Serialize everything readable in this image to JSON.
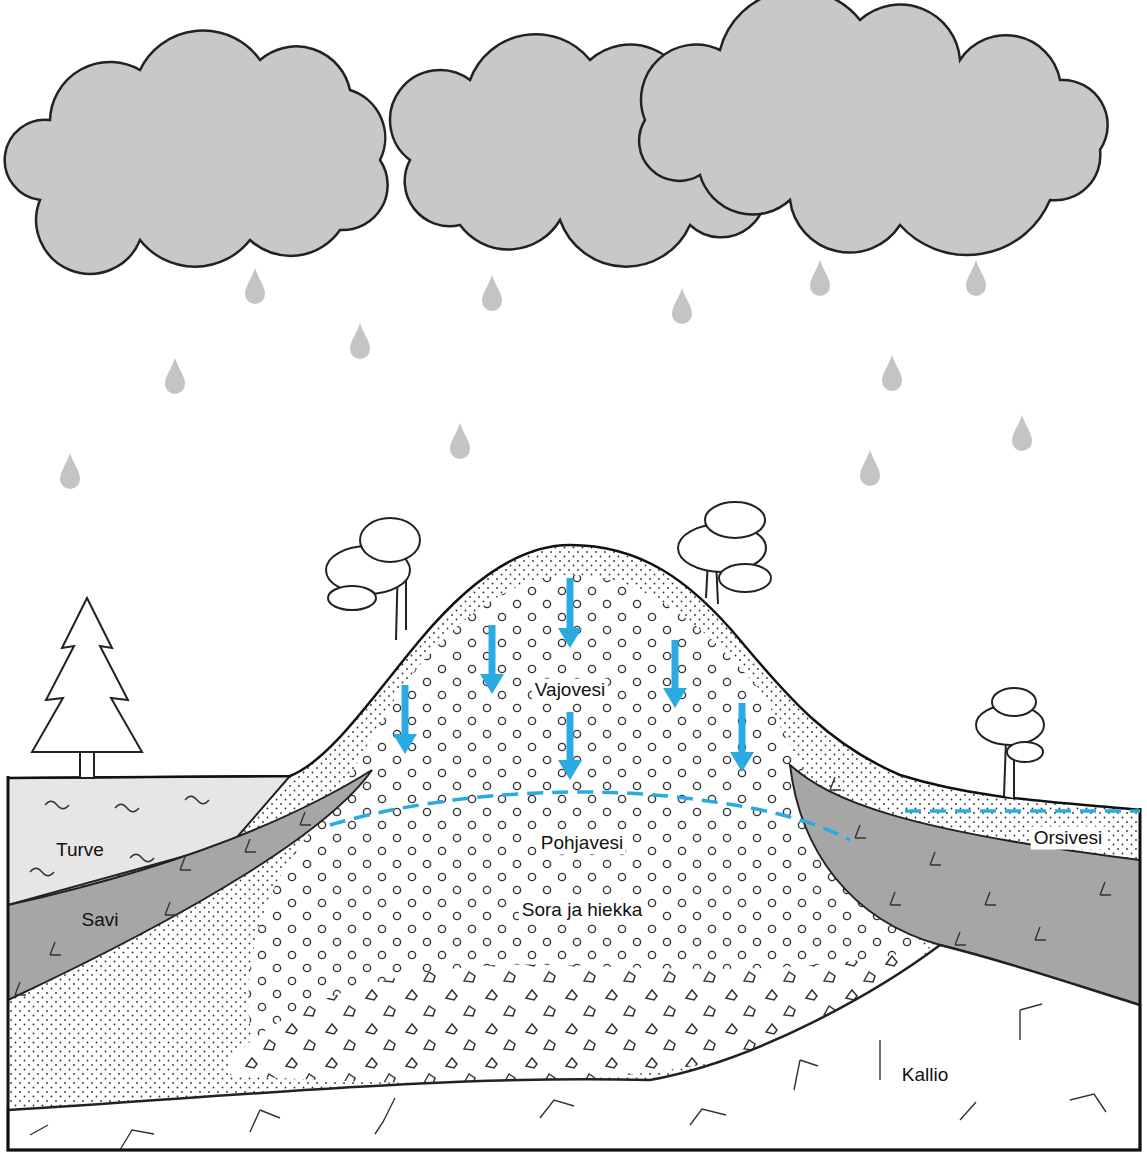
{
  "diagram": {
    "labels": [
      "Vajovesi",
      "Turve",
      "Pohjavesi",
      "Orsivesi",
      "Savi",
      "Sora ja hiekka",
      "Kallio"
    ]
  }
}
